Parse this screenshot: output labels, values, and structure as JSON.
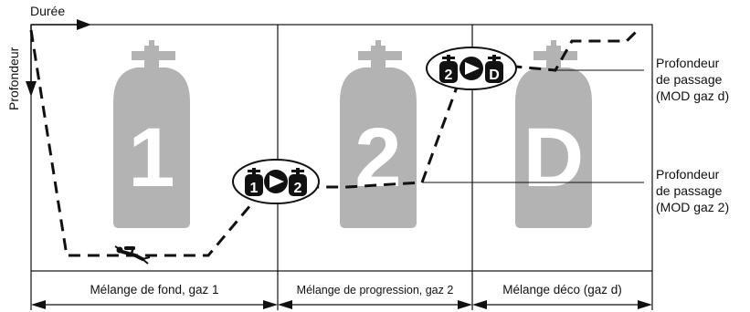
{
  "axes": {
    "x_label": "Durée",
    "y_label": "Profondeur"
  },
  "zones": [
    {
      "cylinder_glyph": "1",
      "phase_label": "Mélange de fond, gaz 1"
    },
    {
      "cylinder_glyph": "2",
      "phase_label": "Mélange de progression, gaz 2"
    },
    {
      "cylinder_glyph": "D",
      "phase_label": "Mélange déco (gaz d)"
    }
  ],
  "switch_badges": [
    {
      "from": "1",
      "to": "2"
    },
    {
      "from": "2",
      "to": "D"
    }
  ],
  "callouts": [
    {
      "lines": [
        "Profondeur",
        "de passage",
        "(MOD gaz d)"
      ]
    },
    {
      "lines": [
        "Profondeur",
        "de passage",
        "(MOD gaz 2)"
      ]
    }
  ],
  "colors": {
    "cylinder": "#b3b3b3",
    "lines": "#111111",
    "background": "#ffffff"
  },
  "icons": [
    "arrow-right-icon",
    "arrow-down-icon",
    "gas-cylinder-icon",
    "gas-switch-arrow-icon",
    "diver-icon"
  ]
}
